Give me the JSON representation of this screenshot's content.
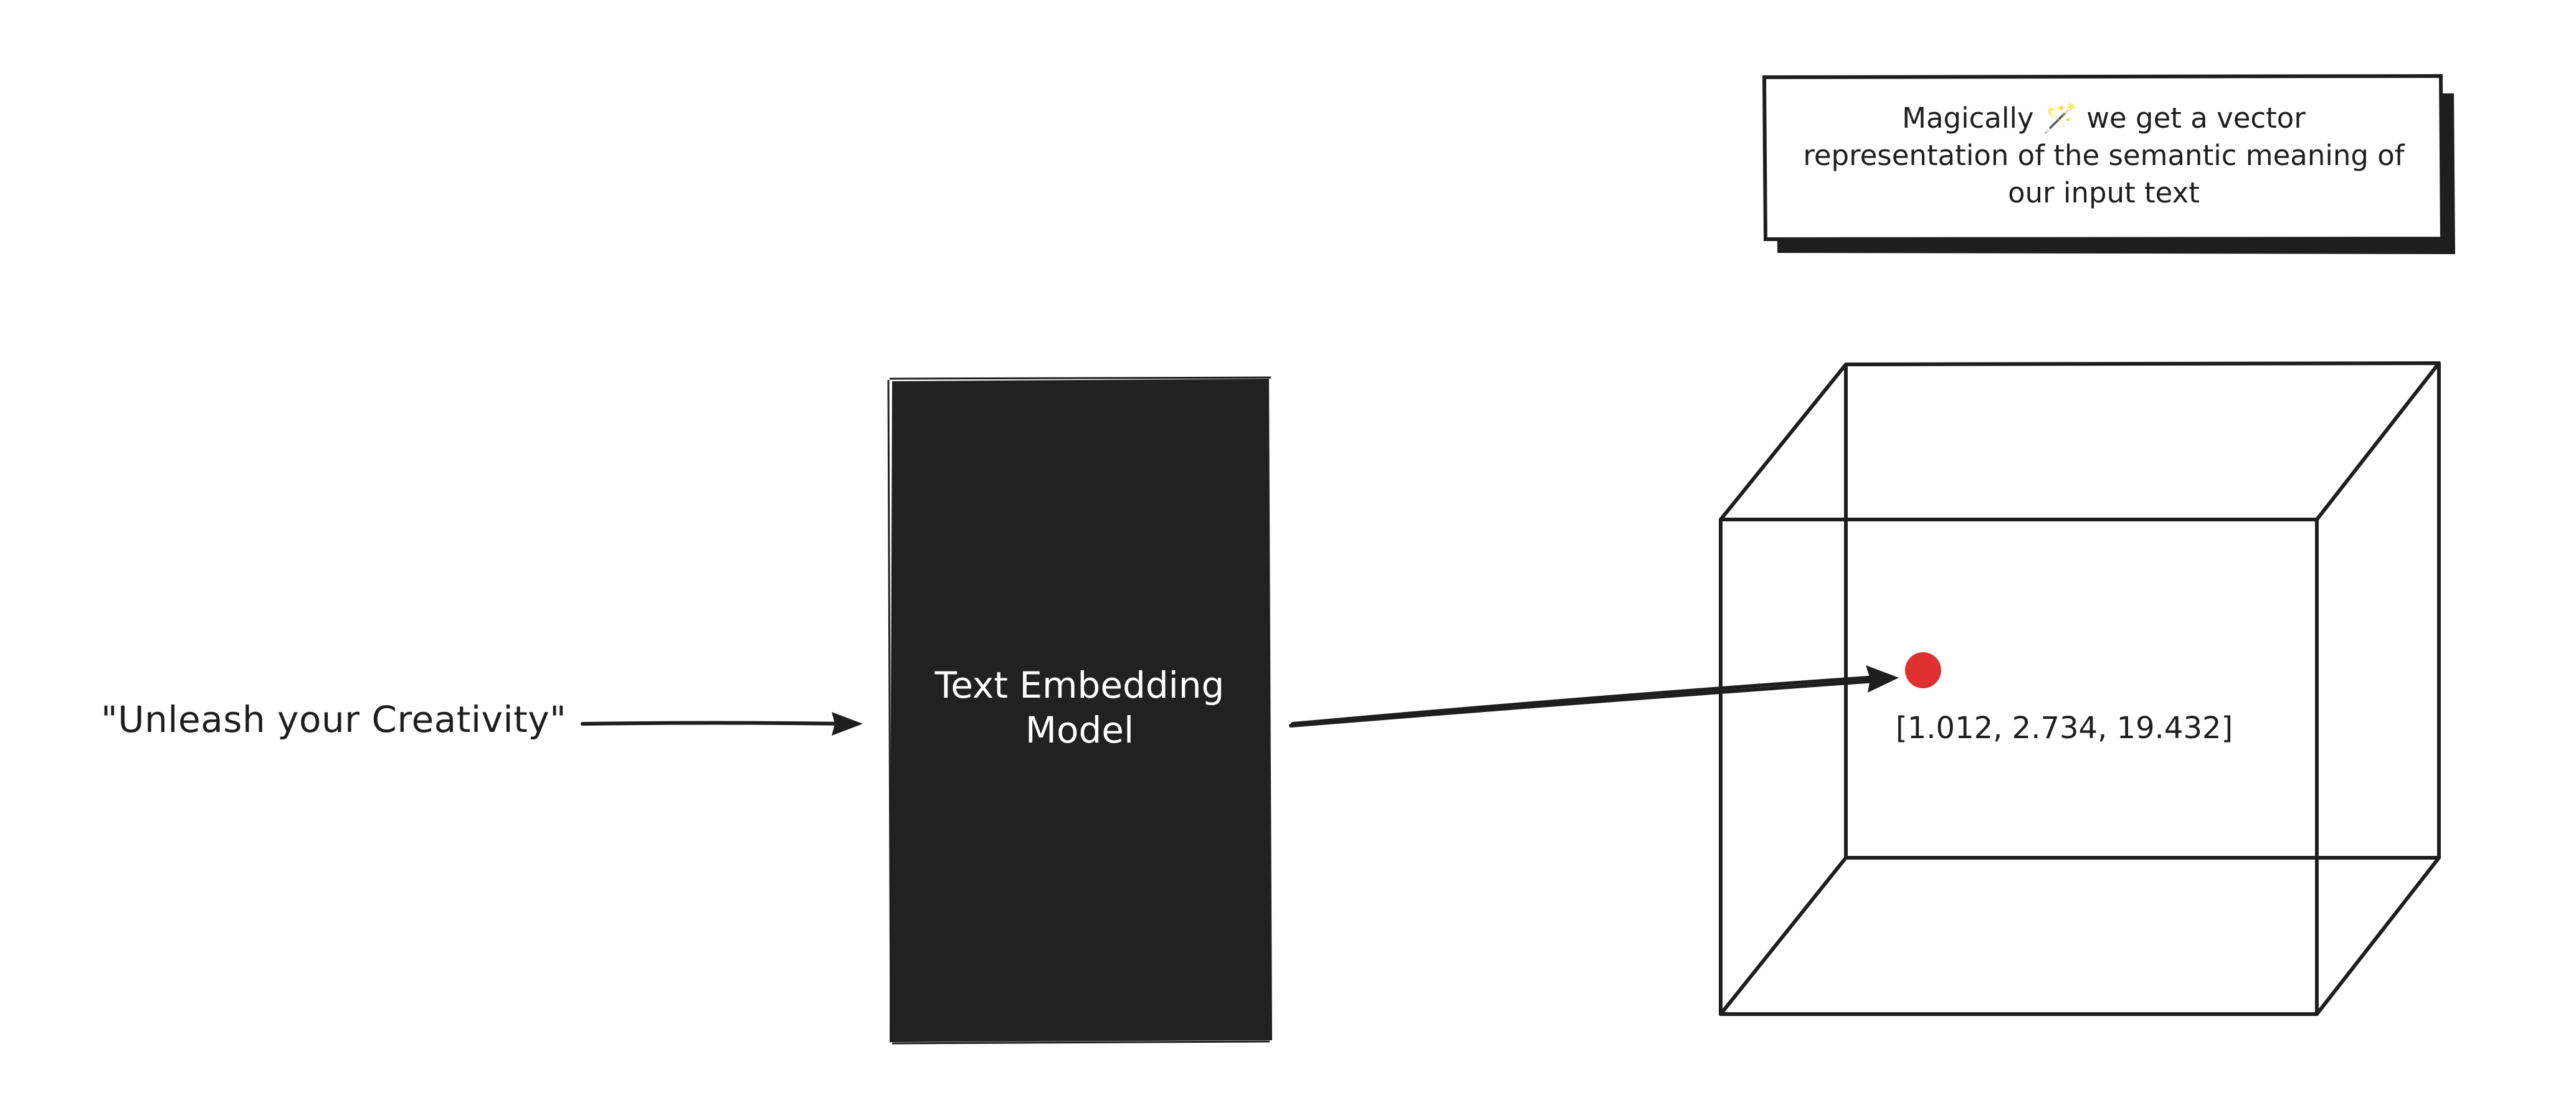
{
  "input_text": "\"Unleash your Creativity\"",
  "model": {
    "line1": "Text Embedding",
    "line2": "Model"
  },
  "note": {
    "line1_before": "Magically",
    "wand": "🪄",
    "line1_after": "we get a vector",
    "line2": "representation of the semantic meaning of",
    "line3": "our input text"
  },
  "vector_label": "[1.012, 2.734, 19.432]",
  "colors": {
    "ink": "#1e1e1e",
    "model_fill": "#212121",
    "point": "#e03131",
    "background": "#ffffff"
  }
}
